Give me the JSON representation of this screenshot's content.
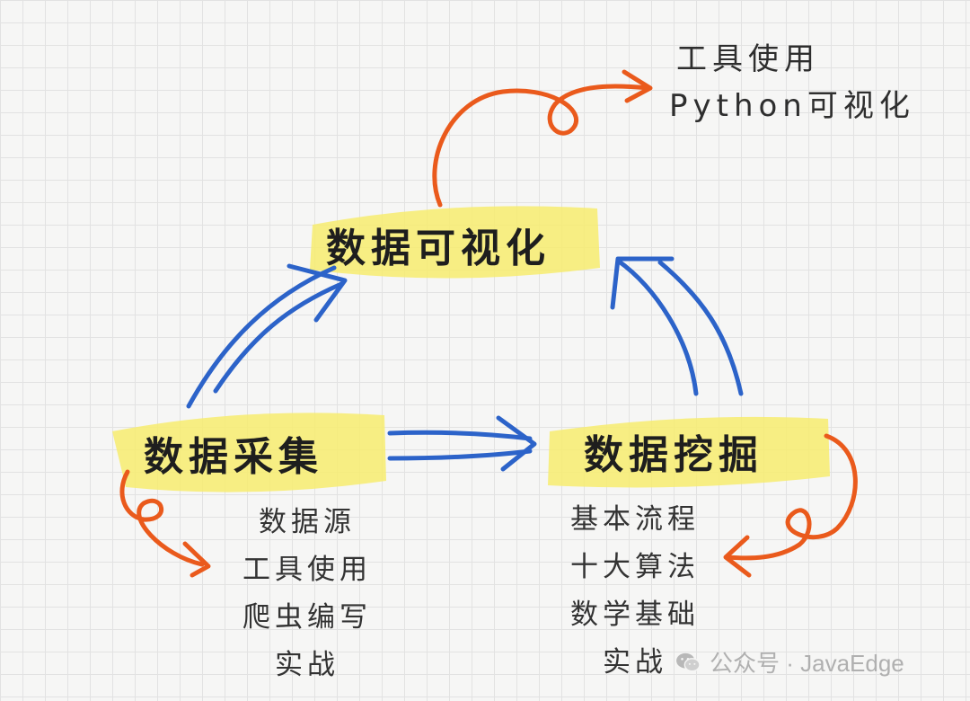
{
  "nodes": {
    "visualization": "数据可视化",
    "collection": "数据采集",
    "mining": "数据挖掘"
  },
  "visualization_details": [
    "工具使用",
    "Python可视化"
  ],
  "collection_details": [
    "数据源",
    "工具使用",
    "爬虫编写",
    "实战"
  ],
  "mining_details": [
    "基本流程",
    "十大算法",
    "数学基础",
    "实战"
  ],
  "watermark": "公众号 · JavaEdge",
  "colors": {
    "arrow_blue": "#2c63c9",
    "arrow_orange": "#ea5a1c",
    "highlight": "#f7ec6e"
  }
}
